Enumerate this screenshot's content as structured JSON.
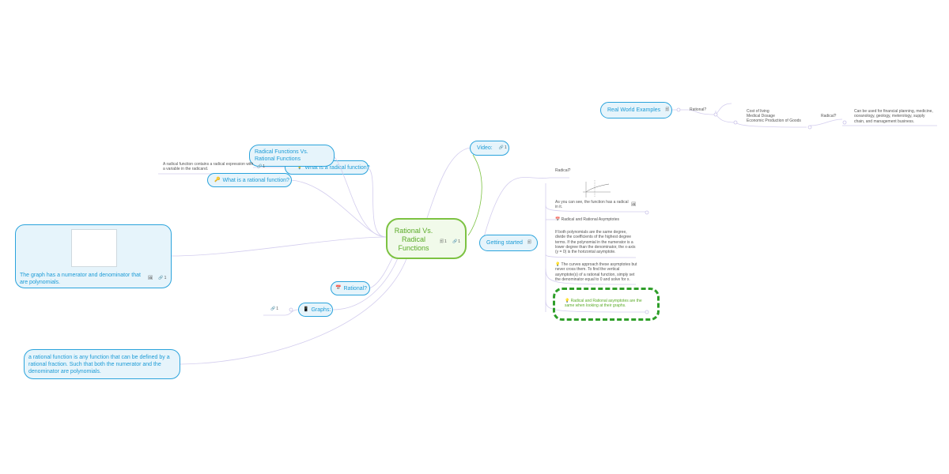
{
  "central": {
    "title": "Rational Vs. Radical Functions",
    "notes_count": "1",
    "links_count": "1"
  },
  "video": {
    "label": "Video:",
    "links_count": "1"
  },
  "getting_started": {
    "label": "Getting started"
  },
  "real_world": {
    "label": "Real World Examples",
    "rational_label": "Rational?",
    "rational_items": [
      "Cost of living",
      "Medical Dosage",
      "Economic Production of Goods"
    ],
    "radical_label": "Radical?",
    "radical_desc": "Can be used for financial planning, medicine, oceanology, geology, meterology, supply chain, and management business."
  },
  "radical_vs_rational": {
    "label": "Radical Functions Vs. Rational Functions"
  },
  "what_is_radical": {
    "label": "What is a radical function?",
    "icon": "lightbulb-icon",
    "links_count": "1"
  },
  "radical_def": {
    "text": "A radical function contains a radical expression with a variable in the radicand."
  },
  "what_is_rational": {
    "label": "What is a rational function?",
    "icon": "key-icon"
  },
  "graph_card": {
    "text": "The graph has a numerator and denominator that are polynomials.",
    "links_count": "1"
  },
  "rational_q": {
    "label": "Rational?",
    "icon": "calendar-icon"
  },
  "graphs": {
    "label": "Graphs:",
    "icon": "phone-icon",
    "links_count": "1"
  },
  "rational_def": {
    "text": "a rational function is any function that can be defined by a rational fraction. Such that both the numerator and the denominator are polynomials."
  },
  "gs_items": {
    "radical_q": "Radical?",
    "radical_note": "As you can see, the function has a radical in it.",
    "asymptotes_title": "Radical and Rational Asymptotes",
    "asymptotes_rule": "If both polynomials are the same degree, divide the coefficients of the highest degree terms. If the polynomial in the numerator is a lower degree than the denominator, the x-axis (y = 0) is the horizontal asymptote.",
    "curves_note": "The curves approach these asymptotes but never cross them. To find the vertical asymptote(s) of a rational function, simply set the denominator equal to 0 and solve for x.",
    "summary": "Radical and Rational asymptotes are the same when looking at their graphs."
  },
  "colors": {
    "blue_accent": "#2aa3dc",
    "green_accent": "#7cc242",
    "dashed_green": "#2e9e29",
    "connector": "#c9c2e8"
  }
}
